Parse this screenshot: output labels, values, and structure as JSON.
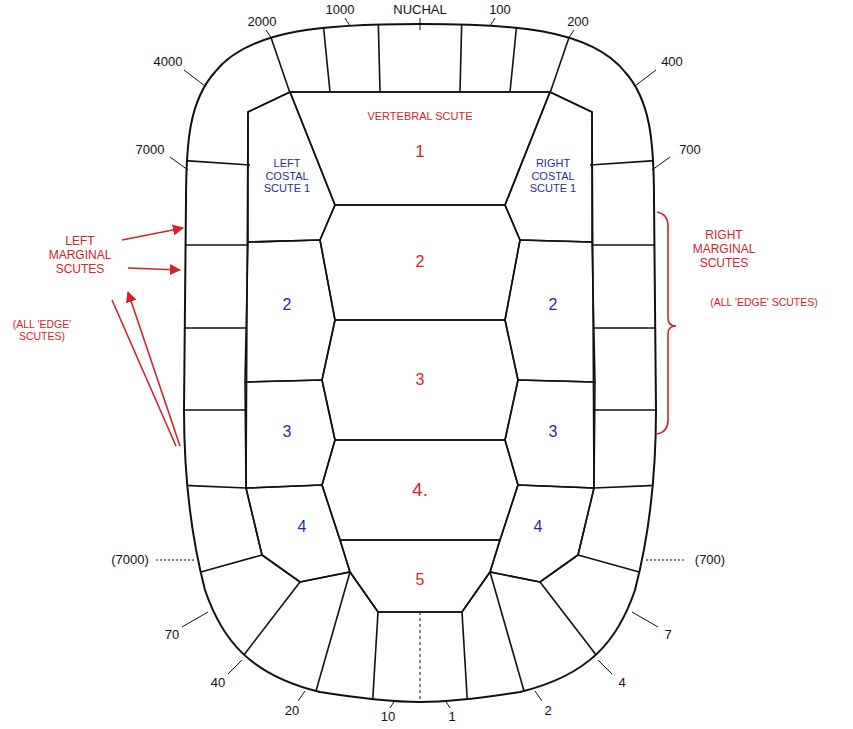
{
  "diagram": {
    "nodes": [
      {
        "text": [
          "VERTEBRAL SCUTE",
          "1"
        ]
      },
      {
        "text": [
          "LEFT COSTAL SCUTE 1"
        ]
      },
      {
        "text": [
          "RIGHT COSTAL SCUTE 1"
        ]
      },
      {
        "text": [
          "2"
        ]
      },
      {
        "text": [
          "2"
        ]
      },
      {
        "text": [
          "2"
        ]
      },
      {
        "text": [
          "3"
        ]
      },
      {
        "text": [
          "3"
        ]
      },
      {
        "text": [
          "3"
        ]
      },
      {
        "text": [
          "4."
        ]
      },
      {
        "text": [
          "4"
        ]
      },
      {
        "text": [
          "4"
        ]
      },
      {
        "text": [
          "5"
        ]
      }
    ],
    "labels": [
      "NUCHAL",
      "2000",
      "1000",
      "100",
      "200",
      "4000",
      "400",
      "7000",
      "700",
      "LEFT MARGINAL SCUTES",
      "RIGHT MARGINAL SCUTES",
      "(ALL 'EDGE' SCUTES)",
      "(ALL 'EDGE' SCUTES)",
      "(7000)",
      "(700)",
      "70",
      "7",
      "40",
      "4",
      "20",
      "2",
      "10",
      "1"
    ]
  }
}
